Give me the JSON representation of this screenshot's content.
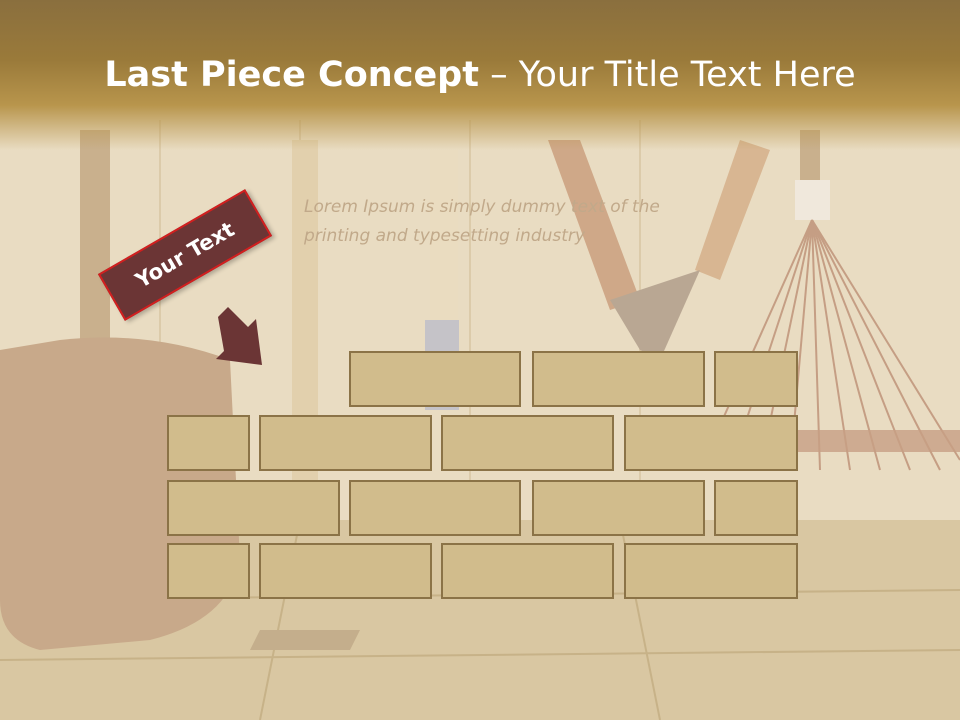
{
  "slide": {
    "title_bold": "Last Piece Concept",
    "title_rest": "– Your Title Text Here",
    "body_text": "Lorem Ipsum is simply dummy text of the printing and typesetting industry",
    "tag_label": "Your Text"
  },
  "colors": {
    "header": "#9a7a3a",
    "tag_fill": "#6b3535",
    "tag_border": "#d21f1f",
    "brick_fill": "#d1bc8c",
    "brick_border": "#8b7347",
    "arrow": "#6b3535"
  },
  "icons": [
    "down-right-arrow-icon"
  ],
  "puzzle": {
    "rows": [
      {
        "bricks": 3
      },
      {
        "bricks": 4
      },
      {
        "bricks": 4
      },
      {
        "bricks": 4
      }
    ]
  }
}
